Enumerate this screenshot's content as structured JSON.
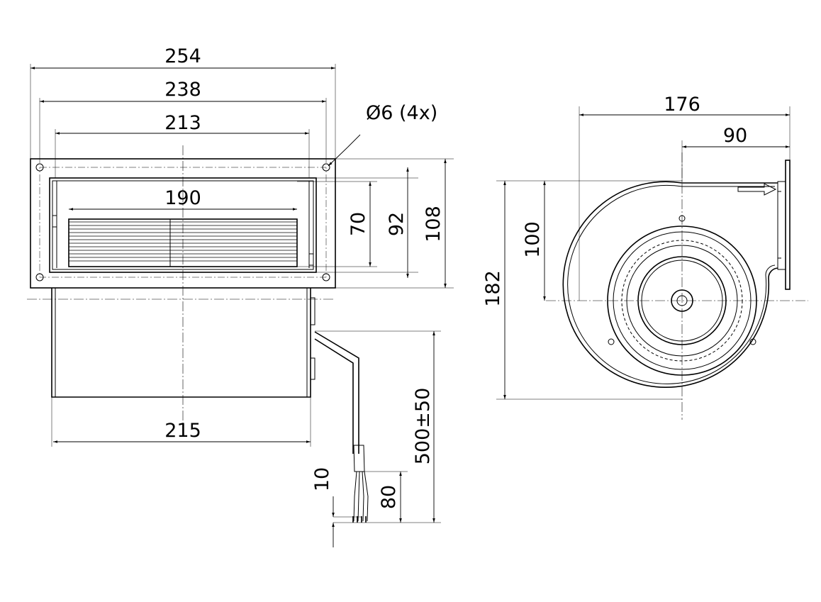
{
  "front_view": {
    "dims": {
      "flange_width": "254",
      "hole_spacing_h": "238",
      "opening_width": "213",
      "outlet_width": "190",
      "outlet_height": "70",
      "opening_height": "92",
      "flange_height": "108",
      "body_width": "215",
      "mount_hole": "Ø6 (4x)",
      "cable_length": "500±50",
      "strip_length": "10",
      "lead_length": "80"
    }
  },
  "side_view": {
    "dims": {
      "total_depth": "176",
      "outlet_depth": "90",
      "outlet_to_center": "100",
      "total_height": "182"
    }
  }
}
